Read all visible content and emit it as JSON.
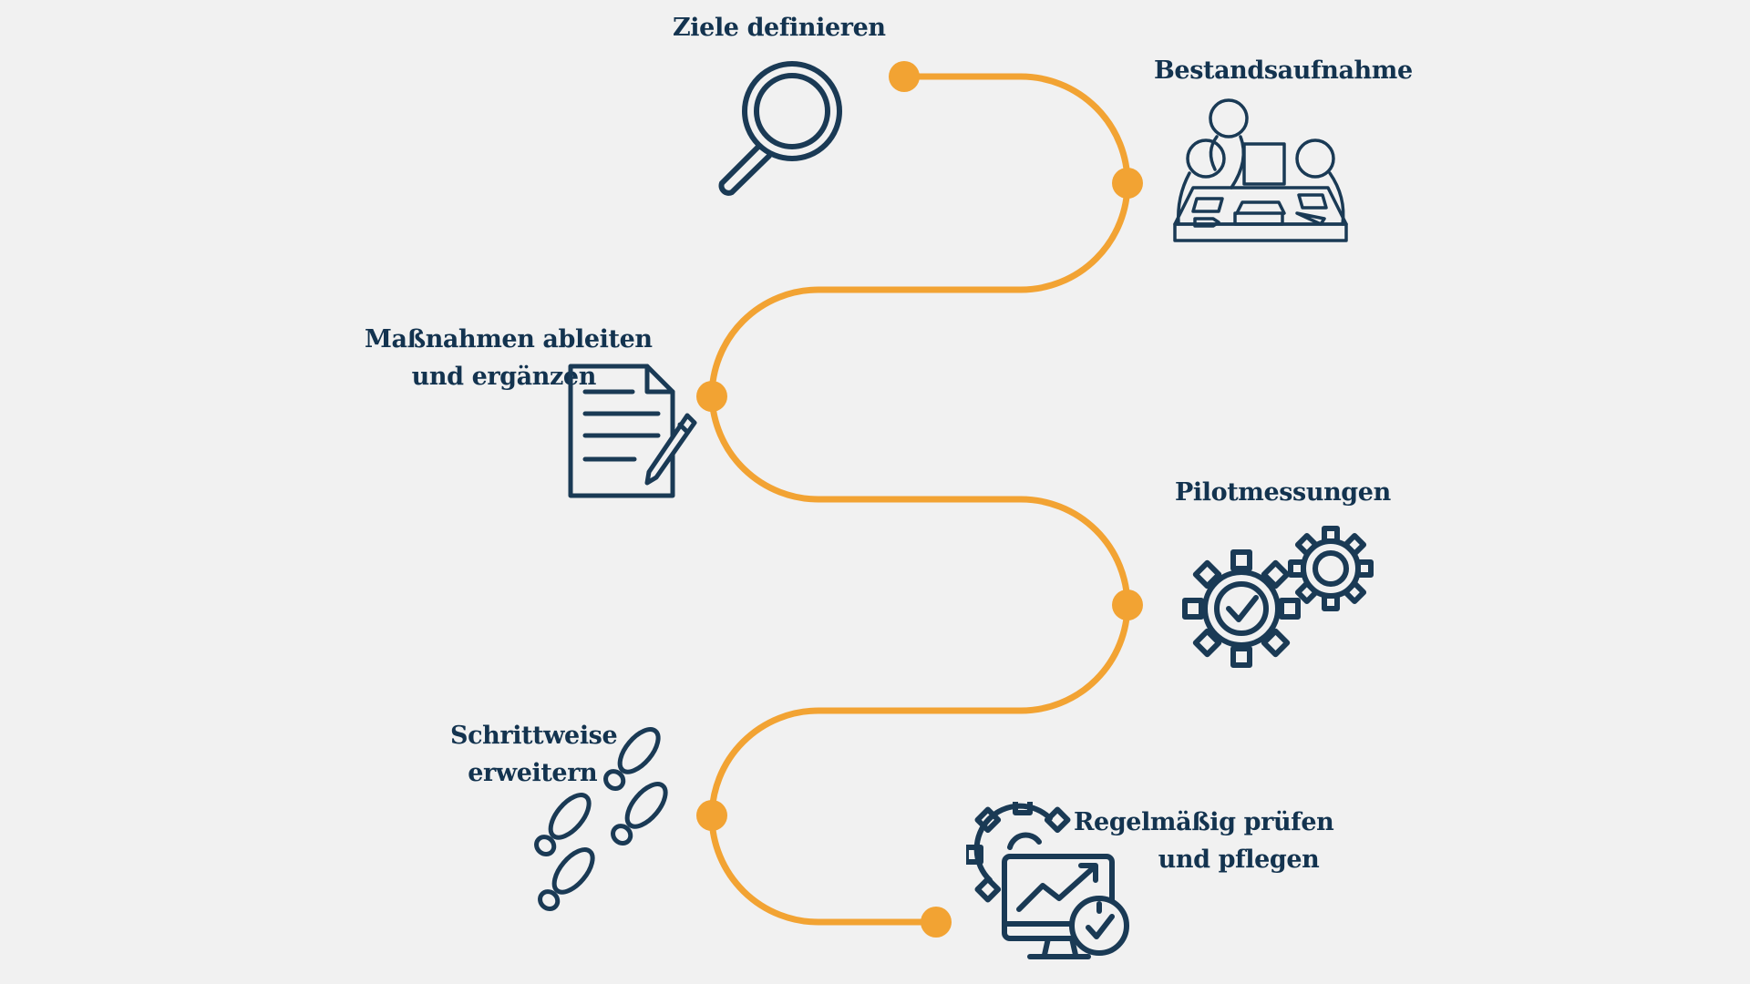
{
  "colors": {
    "path": "#f2a333",
    "icon": "#1a3a55",
    "text": "#13334f",
    "background": "#f1f1f1"
  },
  "steps": [
    {
      "id": "ziele",
      "lines": [
        "Ziele definieren"
      ],
      "icon": "magnifier-icon"
    },
    {
      "id": "bestand",
      "lines": [
        "Bestandsaufnahme"
      ],
      "icon": "team-meeting-icon"
    },
    {
      "id": "massnahmen",
      "lines": [
        "Maßnahmen ableiten",
        "und ergänzen"
      ],
      "icon": "document-pen-icon"
    },
    {
      "id": "pilot",
      "lines": [
        "Pilotmessungen"
      ],
      "icon": "gears-check-icon"
    },
    {
      "id": "schritt",
      "lines": [
        "Schrittweise",
        "erweitern"
      ],
      "icon": "footprints-icon"
    },
    {
      "id": "regel",
      "lines": [
        "Regelmäßig prüfen",
        "und pflegen"
      ],
      "icon": "monitor-gear-icon"
    }
  ]
}
